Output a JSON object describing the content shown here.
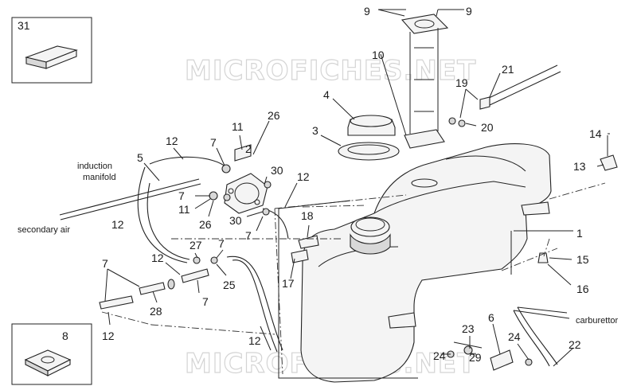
{
  "watermark": "MICROFICHES.NET",
  "text_labels": {
    "induction_manifold_1": "induction",
    "induction_manifold_2": "manifold",
    "secondary_air": "secondary air",
    "carburettor": "carburettor"
  },
  "callouts": {
    "c31": "31",
    "c9a": "9",
    "c9b": "9",
    "c10": "10",
    "c21": "21",
    "c4": "4",
    "c19": "19",
    "c3": "3",
    "c20": "20",
    "c11a": "11",
    "c26a": "26",
    "c12a": "12",
    "c7a": "7",
    "c2": "2",
    "c5": "5",
    "c30a": "30",
    "c12b": "12",
    "c14": "14",
    "c13": "13",
    "c7b": "7",
    "c11b": "11",
    "c26b": "26",
    "c30b": "30",
    "c12c": "12",
    "c18": "18",
    "c7c": "7",
    "c1": "1",
    "c27": "27",
    "c7d": "7",
    "c7e": "7",
    "c12d": "12",
    "c25": "25",
    "c15": "15",
    "c17": "17",
    "c16": "16",
    "c7f": "7",
    "c28": "28",
    "c12e": "12",
    "c8": "8",
    "c23": "23",
    "c6": "6",
    "c24a": "24",
    "c22": "22",
    "c12f": "12",
    "c24b": "24",
    "c29": "29"
  }
}
